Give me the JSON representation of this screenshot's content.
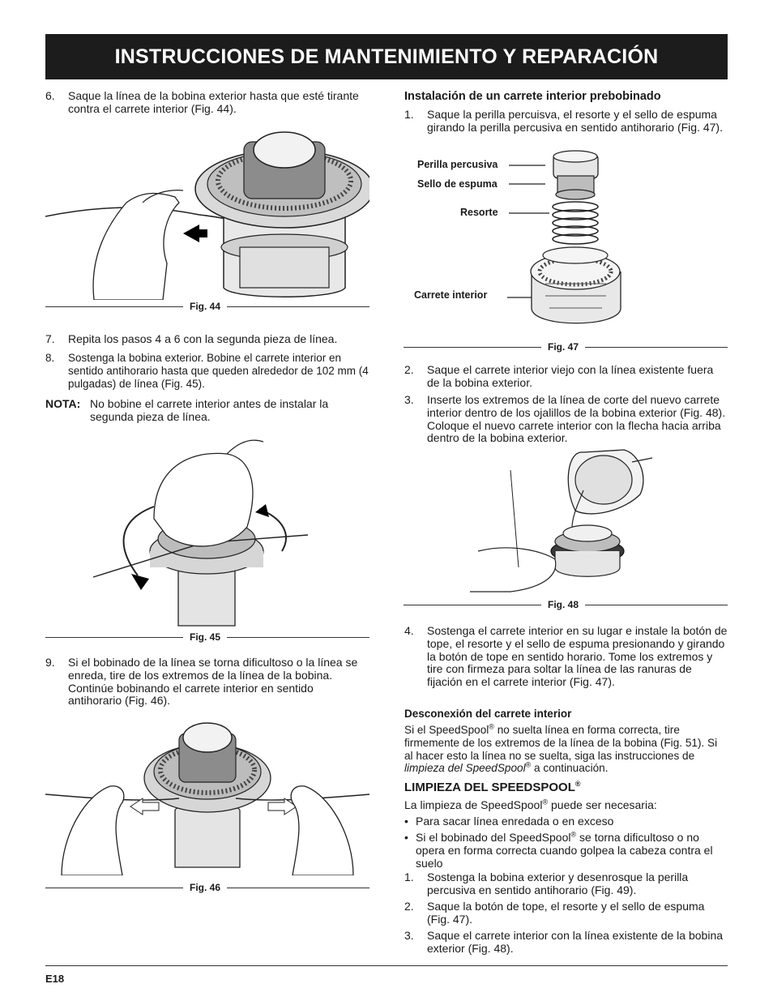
{
  "header": {
    "title": "INSTRUCCIONES DE MANTENIMIENTO Y REPARACIÓN"
  },
  "left": {
    "step6": {
      "num": "6.",
      "text": "Saque la línea de la bobina exterior hasta que esté tirante contra el carrete interior (Fig. 44)."
    },
    "fig44": "Fig. 44",
    "step7": {
      "num": "7.",
      "text": "Repita los pasos 4 a 6 con la segunda pieza de línea."
    },
    "step8": {
      "num": "8.",
      "text": "Sostenga la bobina exterior. Bobine el carrete interior en sentido antihorario hasta que queden alrededor de 102 mm (4 pulgadas) de línea (Fig. 45)."
    },
    "nota": {
      "label": "NOTA:",
      "text": "No bobine el carrete interior antes de instalar la segunda pieza de línea."
    },
    "fig45": "Fig. 45",
    "step9": {
      "num": "9.",
      "text": "Si el bobinado de la línea se torna dificultoso o la línea se enreda, tire de los extremos de la línea de la bobina. Continúe bobinando el carrete interior en sentido antihorario (Fig. 46)."
    },
    "fig46": "Fig. 46"
  },
  "right": {
    "heading1": "Instalación de un carrete interior prebobinado",
    "step1": {
      "num": "1.",
      "text": "Saque la perilla percuisva, el resorte y el sello de espuma girando la perilla percusiva en sentido antihorario (Fig. 47)."
    },
    "fig47_labels": {
      "perilla": "Perilla percusiva",
      "sello": "Sello de espuma",
      "resorte": "Resorte",
      "carrete": "Carrete interior"
    },
    "fig47": "Fig. 47",
    "step2": {
      "num": "2.",
      "text": "Saque el carrete interior viejo con la línea existente fuera de la bobina exterior."
    },
    "step3": {
      "num": "3.",
      "text": "Inserte los extremos de la línea de corte del nuevo carrete interior dentro de los ojalillos de la bobina exterior (Fig. 48). Coloque el nuevo carrete interior con la flecha hacia arriba dentro de la bobina exterior."
    },
    "fig48": "Fig. 48",
    "step4": {
      "num": "4.",
      "text": "Sostenga el carrete interior en su lugar e instale la botón de tope, el resorte y el sello de espuma presionando y girando la botón de tope en sentido horario. Tome los extremos y tire con firmeza para soltar la línea de las ranuras de fijación en el carrete interior (Fig. 47)."
    },
    "heading2": "Desconexión del carrete interior",
    "desc_a": "Si el SpeedSpool",
    "desc_b": " no suelta línea en forma correcta, tire firmemente de los extremos de la línea de la bobina (Fig. 51). Si al hacer esto la línea no se suelta, siga las instrucciones de ",
    "desc_italic": "limpieza del SpeedSpool",
    "desc_c": " a continuación.",
    "reg": "®",
    "heading3": "LIMPIEZA DEL SPEEDSPOOL",
    "clean_intro_a": "La limpieza de SpeedSpool",
    "clean_intro_b": " puede ser necesaria:",
    "bullet1": {
      "sym": "•",
      "text": "Para sacar línea enredada o en exceso"
    },
    "bullet2": {
      "sym": "•",
      "text_a": "Si el bobinado del SpeedSpool",
      "text_b": " se torna dificultoso o no opera en forma correcta cuando golpea la cabeza contra el suelo"
    },
    "c1": {
      "num": "1.",
      "text": "Sostenga la bobina exterior y desenrosque la perilla percusiva en sentido antihorario (Fig. 49)."
    },
    "c2": {
      "num": "2.",
      "text": "Saque la botón de tope, el resorte y el sello de espuma (Fig. 47)."
    },
    "c3": {
      "num": "3.",
      "text": "Saque el carrete interior con la línea existente de la bobina exterior (Fig. 48)."
    }
  },
  "footer": {
    "page": "E18"
  }
}
